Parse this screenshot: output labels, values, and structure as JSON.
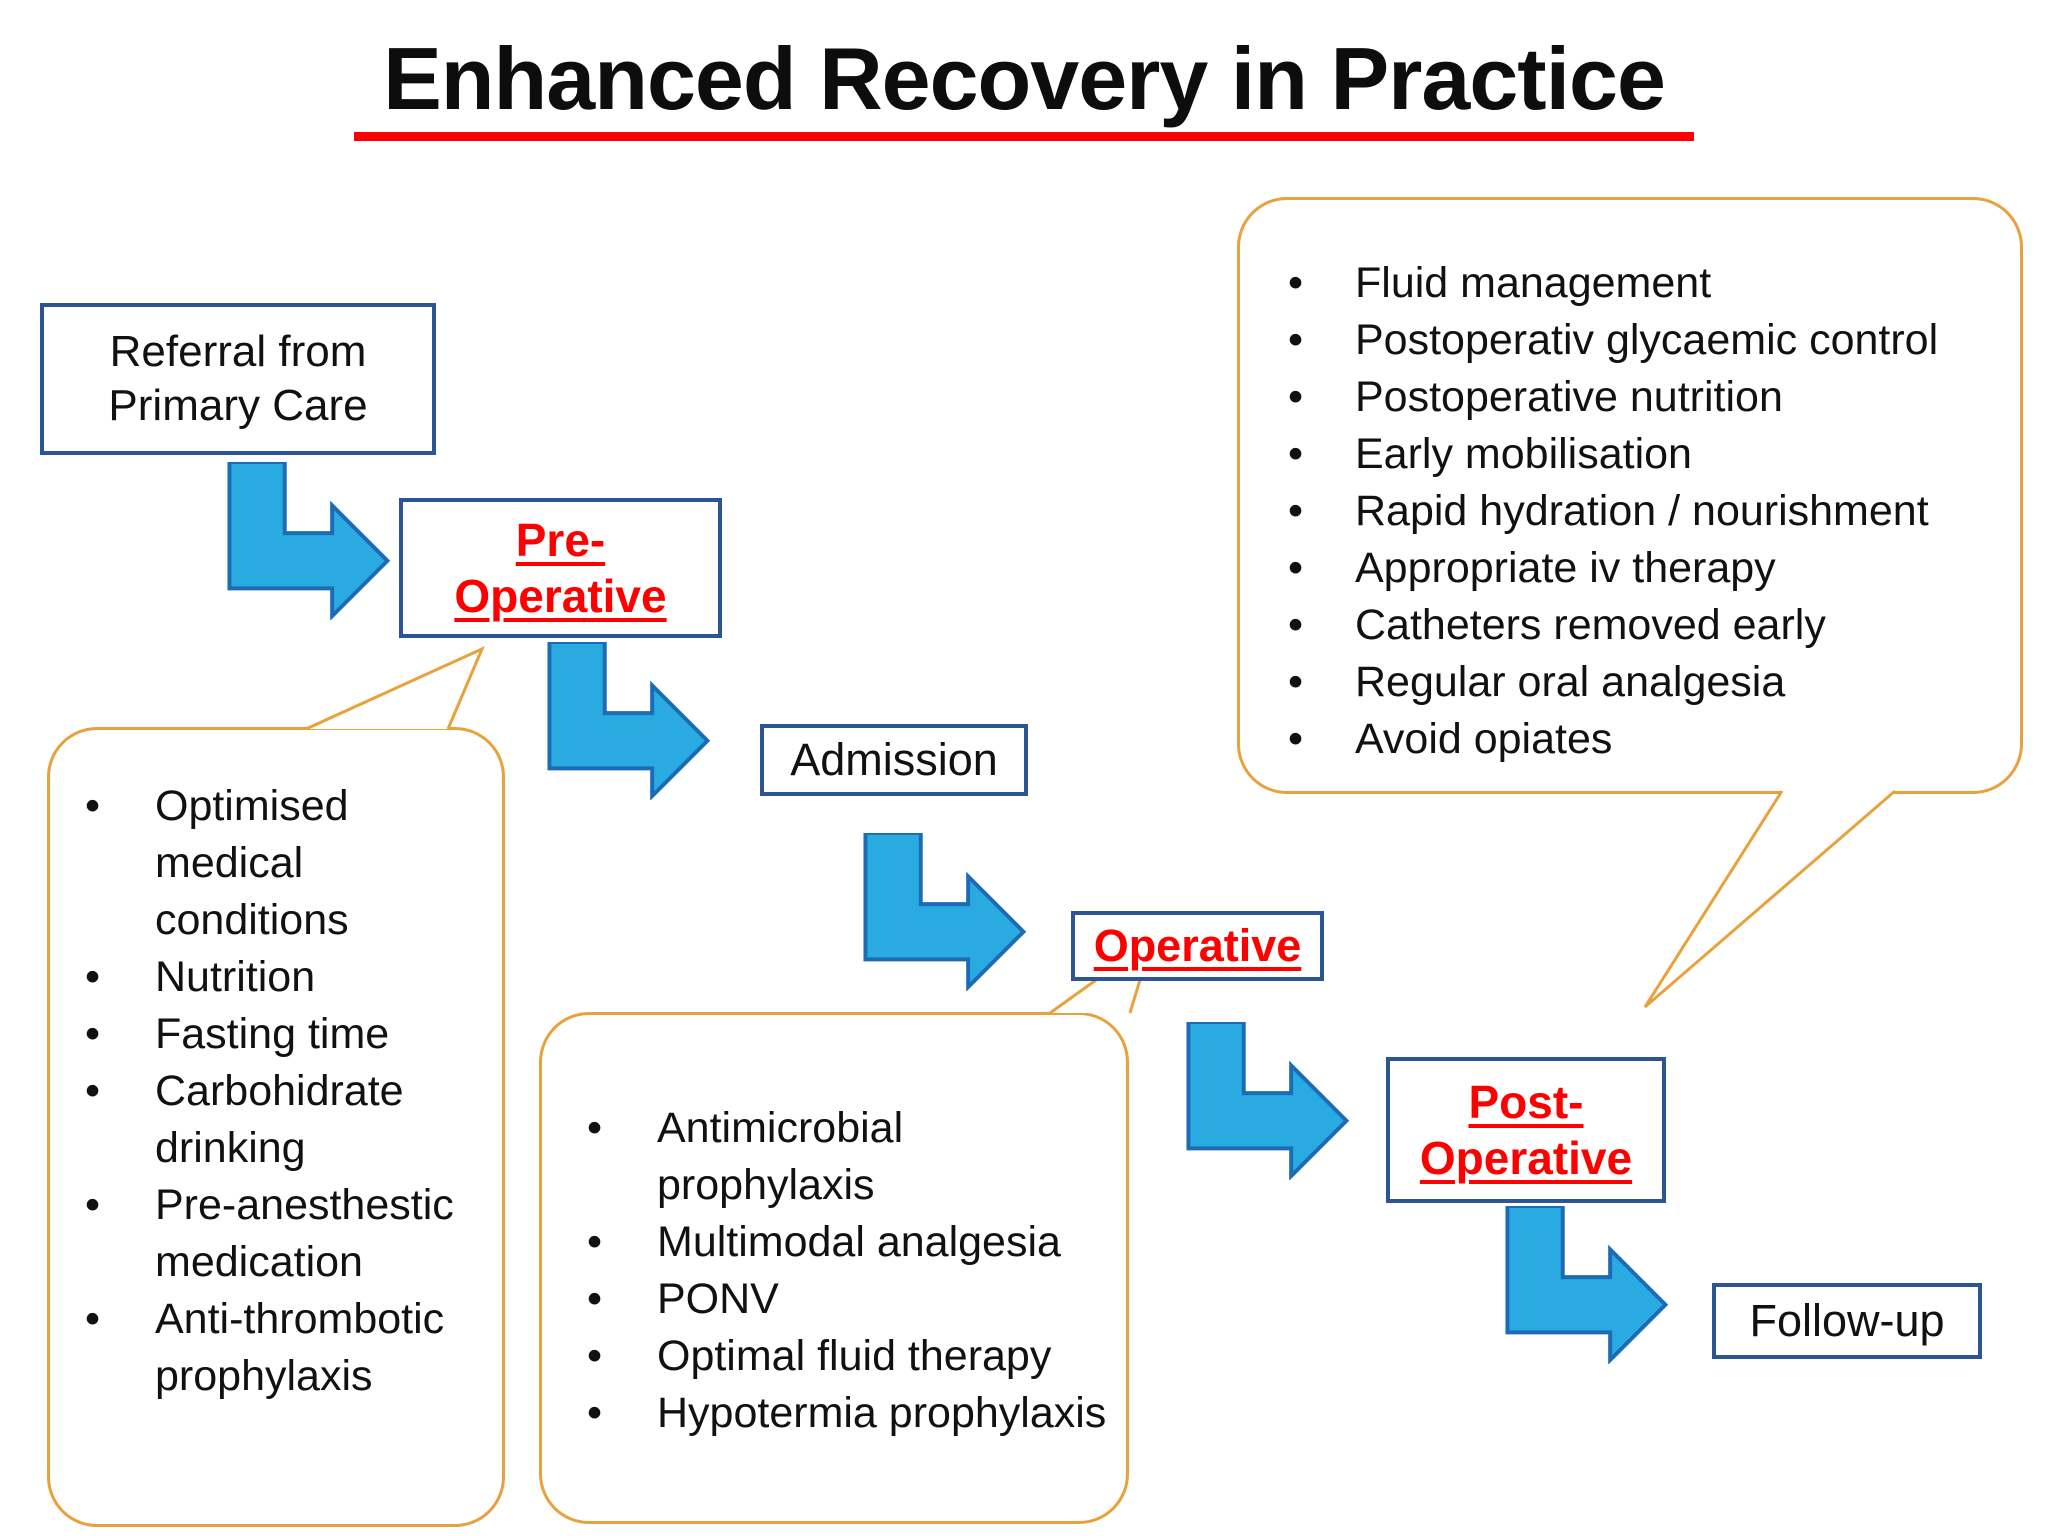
{
  "title": "Enhanced Recovery in Practice",
  "colors": {
    "title_underline": "#ff0000",
    "stage_text_red": "#ff0000",
    "box_border_blue": "#2b5593",
    "arrow_fill": "#29abe2",
    "arrow_stroke": "#1b6cb5",
    "callout_border": "#e8a13c"
  },
  "stages": {
    "referral": "Referral from Primary Care",
    "pre_operative": "Pre-\nOperative",
    "admission": "Admission",
    "operative": "Operative",
    "post_operative": "Post-\nOperative",
    "follow_up": "Follow-up"
  },
  "callouts": {
    "pre_operative": {
      "items": [
        "Optimised medical conditions",
        "Nutrition",
        "Fasting time",
        "Carbohidrate drinking",
        "Pre-anesthestic medication",
        "Anti-thrombotic prophylaxis"
      ]
    },
    "operative": {
      "items": [
        "Antimicrobial prophylaxis",
        "Multimodal analgesia",
        "PONV",
        "Optimal fluid therapy",
        "Hypotermia prophylaxis"
      ]
    },
    "post_operative": {
      "items": [
        "Fluid management",
        "Postoperativ glycaemic control",
        "Postoperative nutrition",
        "Early mobilisation",
        "Rapid hydration / nourishment",
        "Appropriate iv therapy",
        "Catheters removed early",
        "Regular oral analgesia",
        "Avoid opiates"
      ]
    }
  }
}
